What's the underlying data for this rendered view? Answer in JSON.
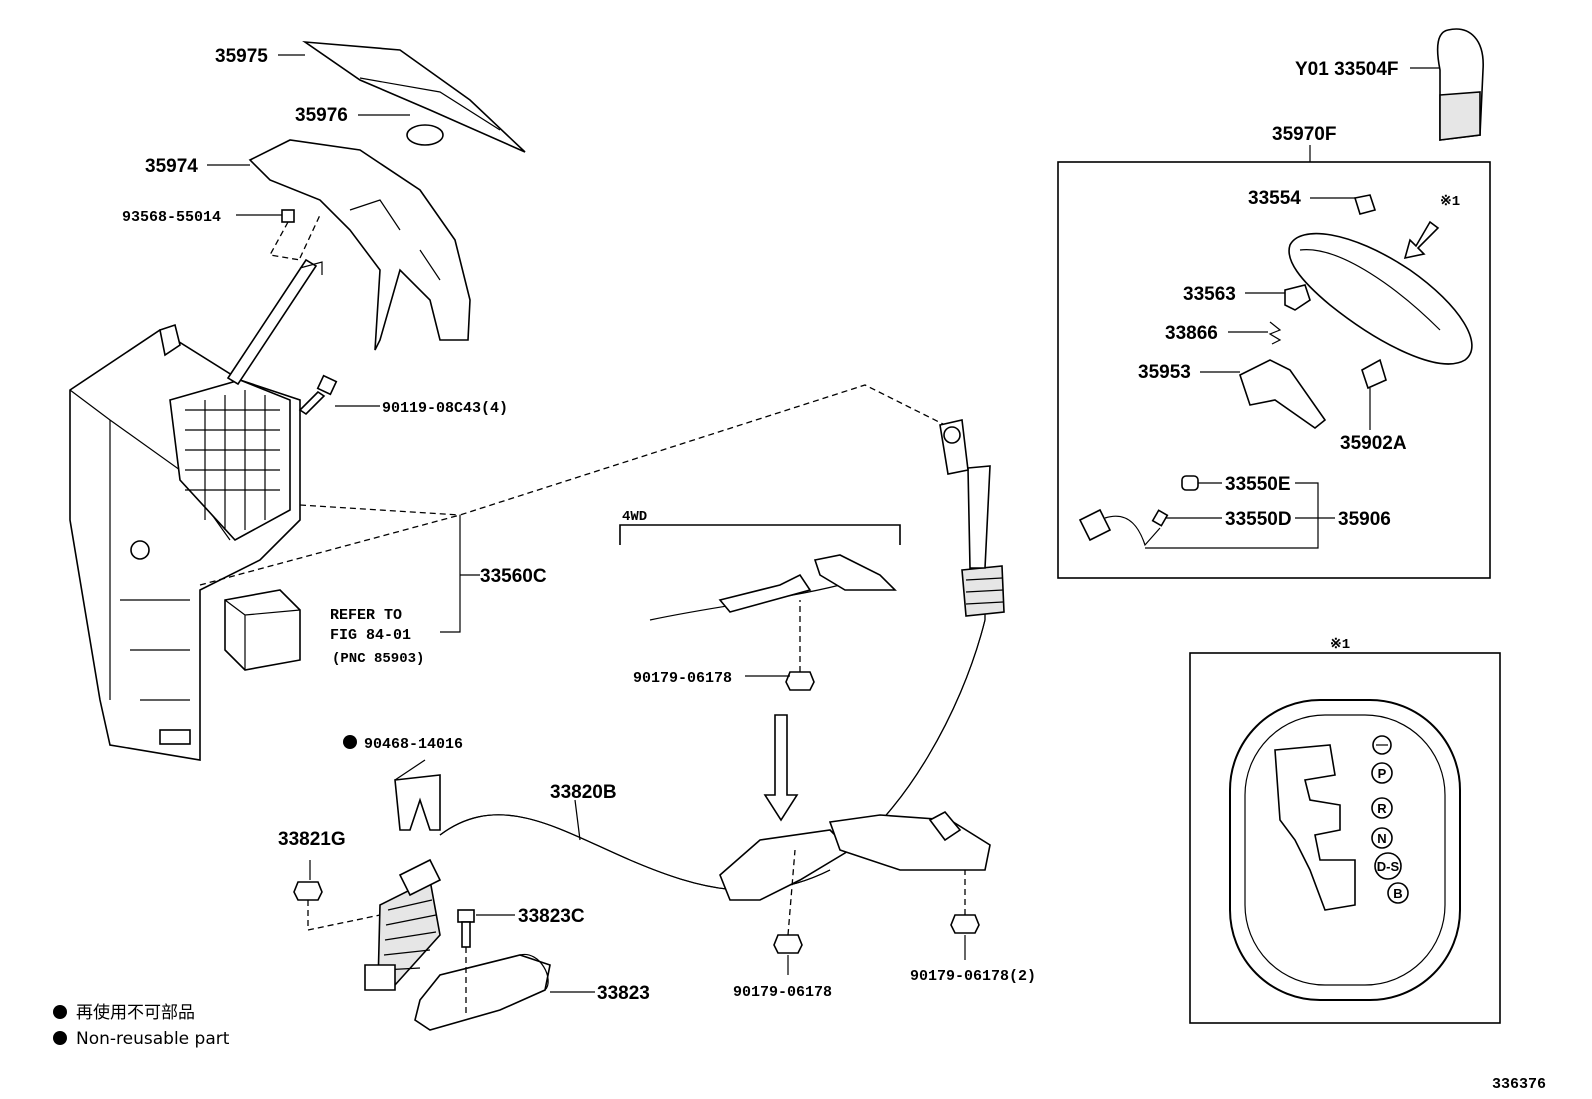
{
  "diagram": {
    "figure_number": "336376",
    "callouts": {
      "c35975": "35975",
      "c35976": "35976",
      "c35974": "35974",
      "c93568": "93568-55014",
      "c90119": "90119-08C43(4)",
      "c33560C": "33560C",
      "refer1": "REFER TO",
      "refer2": "FIG 84-01",
      "refer3": "(PNC 85903)",
      "c90468": "90468-14016",
      "c33820B": "33820B",
      "c33821G": "33821G",
      "c33823C": "33823C",
      "c33823": "33823",
      "c4wd": "4WD",
      "c90179a": "90179-06178",
      "c90179b": "90179-06178",
      "c90179c": "90179-06178(2)",
      "cY01": "Y01 33504F",
      "c35970F": "35970F",
      "c33554": "33554",
      "c33563": "33563",
      "c33866": "33866",
      "c35953": "35953",
      "c35902A": "35902A",
      "c33550E": "33550E",
      "c33550D": "33550D",
      "c35906": "35906",
      "note1": "※1",
      "note1b": "※1"
    },
    "gate_positions": [
      "P",
      "R",
      "N",
      "D-S",
      "B"
    ],
    "legend": {
      "line1": "再使用不可部品",
      "line2": "Non-reusable part"
    }
  }
}
